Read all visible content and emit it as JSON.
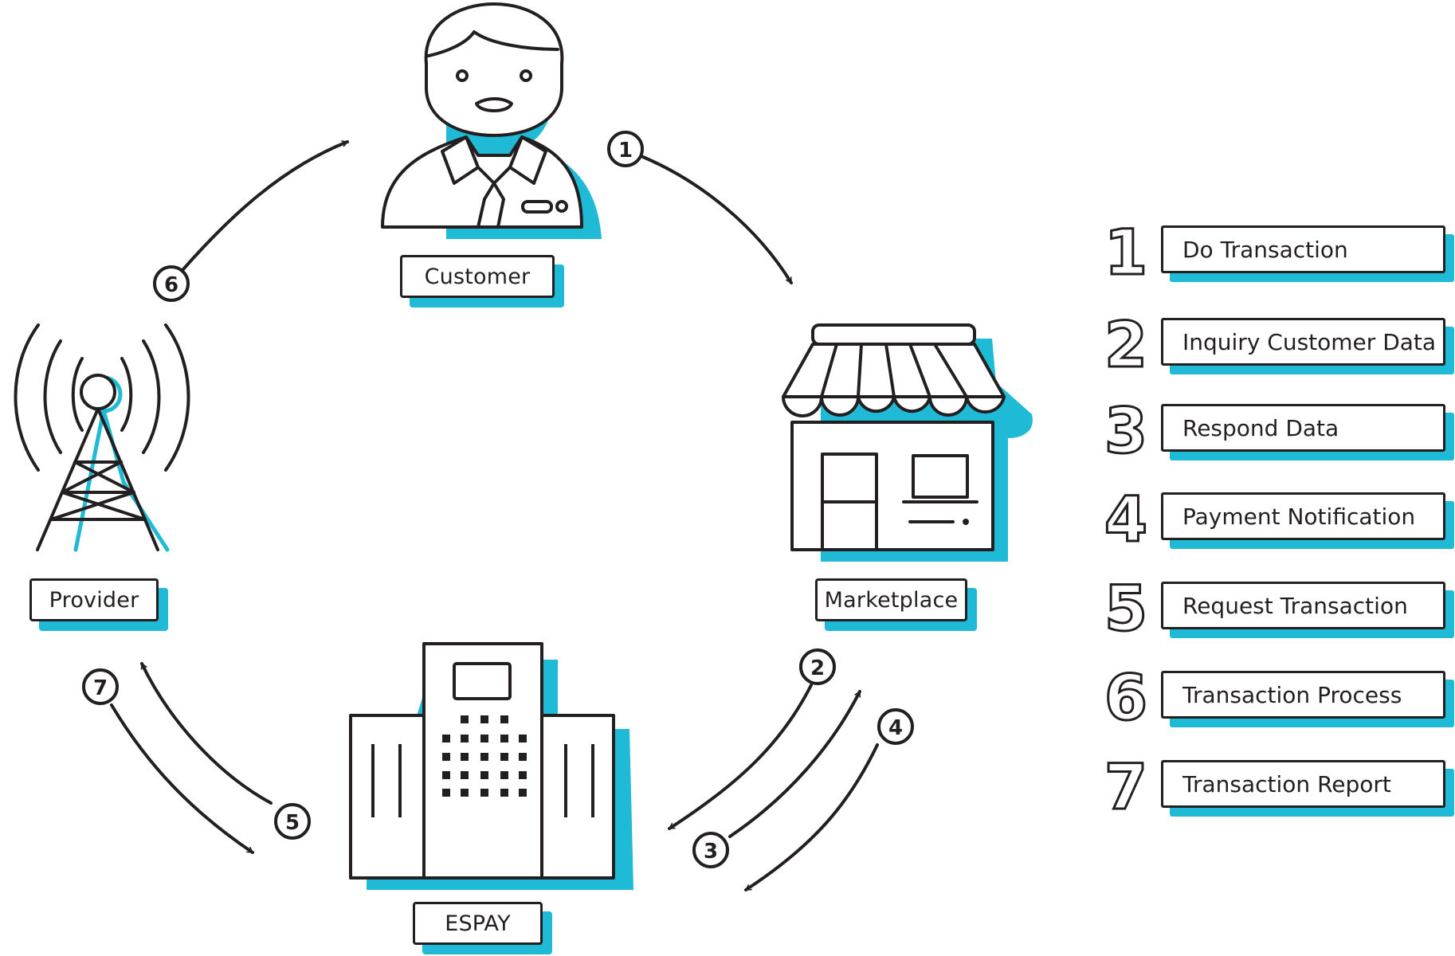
{
  "colors": {
    "ink": "#231f20",
    "accent": "#1fbad6",
    "background": "#ffffff"
  },
  "nodes": {
    "customer": {
      "label": "Customer",
      "icon": "person-icon"
    },
    "marketplace": {
      "label": "Marketplace",
      "icon": "storefront-icon"
    },
    "espay": {
      "label": "ESPAY",
      "icon": "building-icon"
    },
    "provider": {
      "label": "Provider",
      "icon": "radio-tower-icon"
    }
  },
  "flows": [
    {
      "num": "1",
      "from": "Customer",
      "to": "Marketplace"
    },
    {
      "num": "2",
      "from": "Marketplace",
      "to": "ESPAY"
    },
    {
      "num": "3",
      "from": "ESPAY",
      "to": "Marketplace"
    },
    {
      "num": "4",
      "from": "Marketplace",
      "to": "ESPAY"
    },
    {
      "num": "5",
      "from": "ESPAY",
      "to": "Provider"
    },
    {
      "num": "6",
      "from": "Provider",
      "to": "Customer"
    },
    {
      "num": "7",
      "from": "Provider",
      "to": "ESPAY"
    }
  ],
  "legend": [
    {
      "num": "1",
      "label": "Do Transaction"
    },
    {
      "num": "2",
      "label": "Inquiry Customer Data"
    },
    {
      "num": "3",
      "label": "Respond Data"
    },
    {
      "num": "4",
      "label": "Payment Notification"
    },
    {
      "num": "5",
      "label": "Request Transaction"
    },
    {
      "num": "6",
      "label": "Transaction Process"
    },
    {
      "num": "7",
      "label": "Transaction Report"
    }
  ]
}
